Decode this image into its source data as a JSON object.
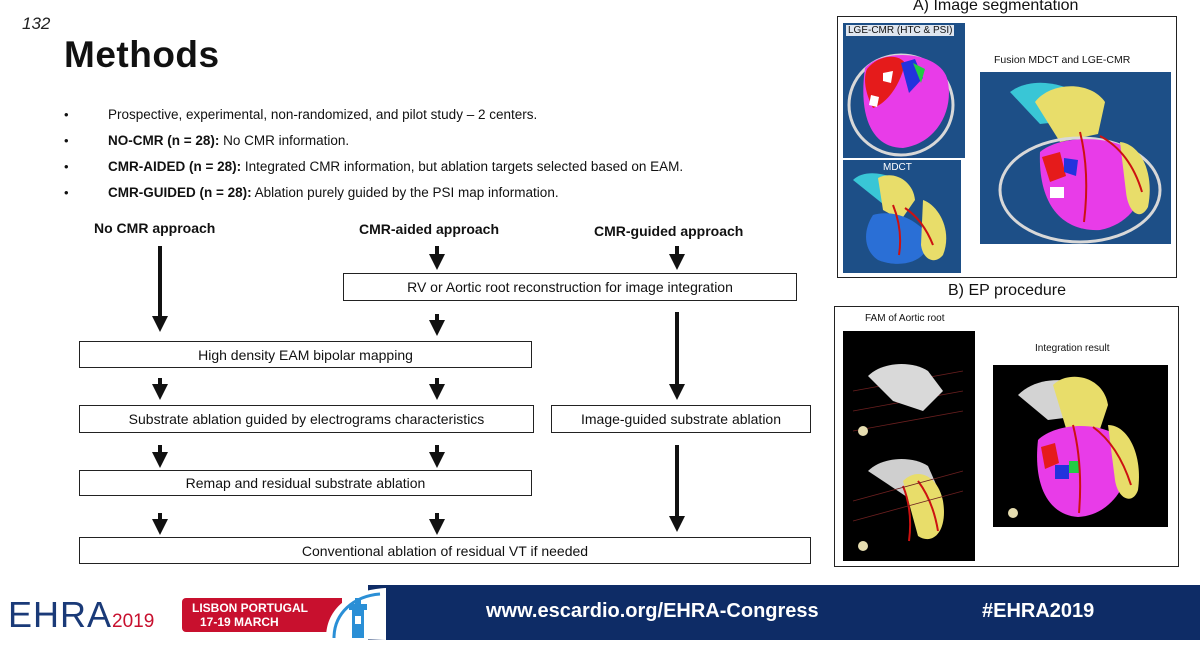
{
  "slide": {
    "number": "132",
    "title": "Methods"
  },
  "bullets": [
    {
      "marker": "•",
      "bold": "",
      "text": "Prospective, experimental, non-randomized, and pilot study – 2 centers."
    },
    {
      "marker": "•",
      "bold": "NO-CMR (n = 28):",
      "text": " No CMR information."
    },
    {
      "marker": "•",
      "bold": "CMR-AIDED (n = 28):",
      "text": " Integrated CMR information, but ablation targets selected based on EAM."
    },
    {
      "marker": "•",
      "bold": "CMR-GUIDED (n = 28):",
      "text": " Ablation purely guided by the PSI map information."
    }
  ],
  "flowchart": {
    "headers": {
      "no_cmr": "No CMR approach",
      "cmr_aided": "CMR-aided approach",
      "cmr_guided": "CMR-guided approach"
    },
    "boxes": {
      "reconstruction": "RV or Aortic root reconstruction for image integration",
      "mapping": "High density EAM bipolar mapping",
      "substrate": "Substrate ablation guided by electrograms characteristics",
      "image_guided": "Image-guided substrate ablation",
      "remap": "Remap and residual substrate ablation",
      "conventional": "Conventional ablation of residual VT if needed"
    }
  },
  "panels": {
    "segmentation": {
      "title": "A) Image segmentation",
      "labels": {
        "lge": "LGE-CMR (HTC & PSI)",
        "fusion": "Fusion MDCT and LGE-CMR",
        "mdct": "MDCT"
      }
    },
    "ep": {
      "title": "B) EP procedure",
      "labels": {
        "fam": "FAM of Aortic root",
        "integration": "Integration result"
      }
    }
  },
  "footer": {
    "logo": "EHRA",
    "year": "2019",
    "city": "LISBON PORTUGAL",
    "dates": "17-19 MARCH",
    "url": "www.escardio.org/EHRA-Congress",
    "hashtag": "#EHRA2019"
  },
  "colors": {
    "footer_band": "#0e2c66",
    "accent_red": "#c8102e",
    "panel_bg": "#1e4f86"
  }
}
